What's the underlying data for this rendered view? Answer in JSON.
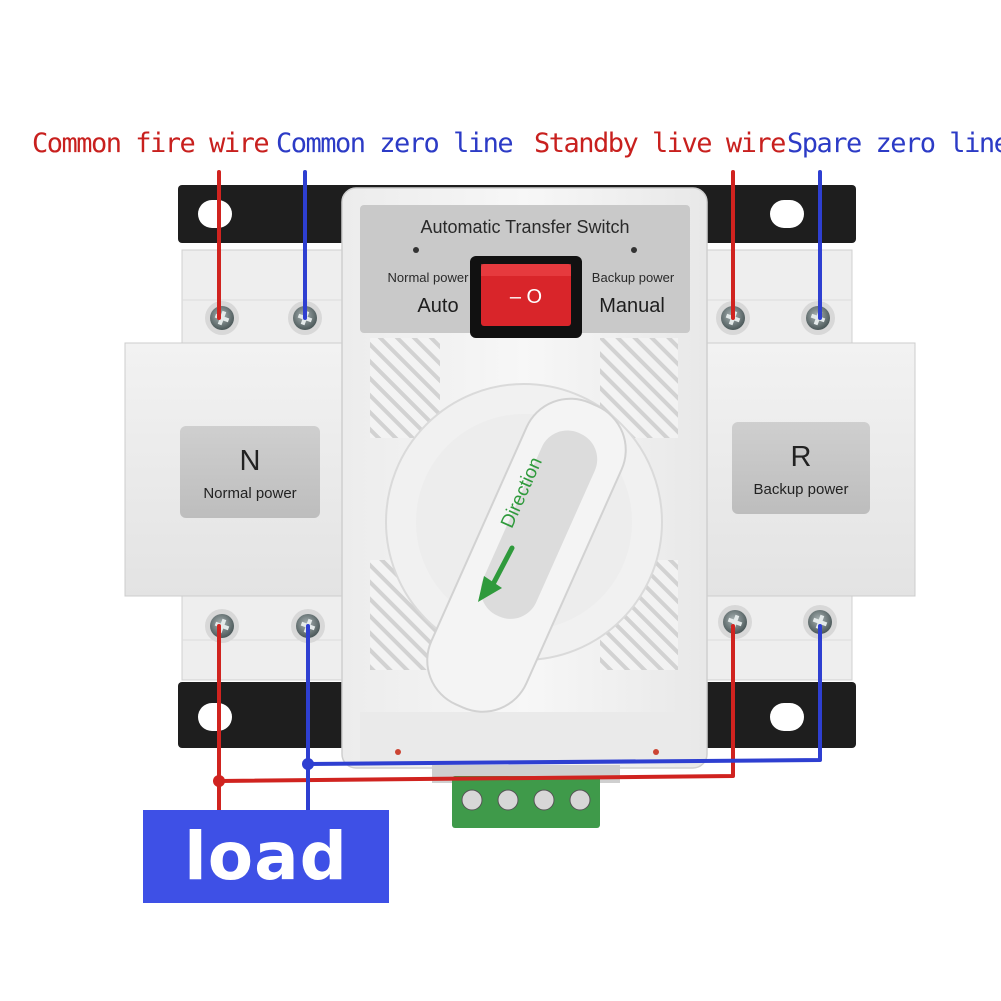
{
  "labels": {
    "common_fire_wire": "Common fire wire",
    "common_zero_line": "Common zero line",
    "standby_live_wire": "Standby live wire",
    "spare_zero_line": "Spare zero line",
    "load": "load"
  },
  "panel": {
    "title": "Automatic Transfer Switch",
    "normal_power_small": "Normal power",
    "backup_power_small": "Backup power",
    "auto": "Auto",
    "manual": "Manual",
    "rocker_text": "– O"
  },
  "side_left": {
    "letter": "N",
    "caption": "Normal power"
  },
  "side_right": {
    "letter": "R",
    "caption": "Backup power"
  },
  "handle": {
    "text": "Direction"
  },
  "colors": {
    "live_wire": "#d0231f",
    "neutral_wire": "#2e3fd1",
    "load_box": "#3e50e6",
    "rocker": "#d9252a",
    "terminal_block": "#3f9a4a"
  }
}
